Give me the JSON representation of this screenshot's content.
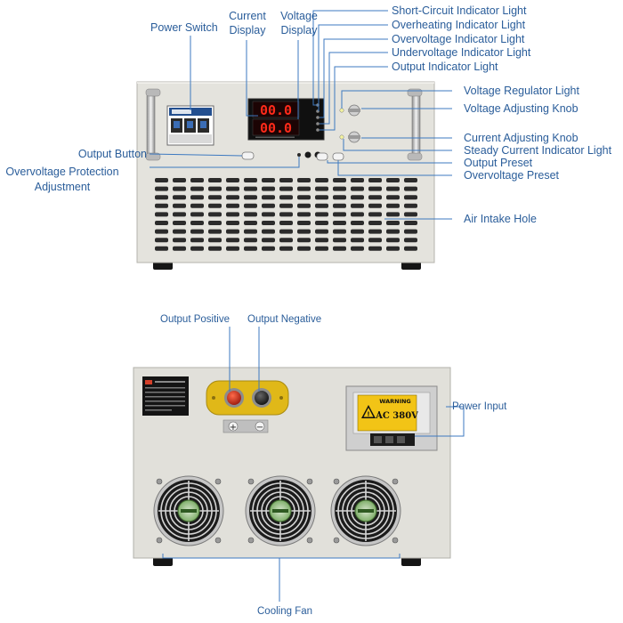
{
  "colors": {
    "label": "#2a5d9a",
    "leader": "#3d79c0",
    "chassis": "#e3e2dc",
    "display_bg": "#101010",
    "display_digits": "#ff2a1a",
    "warning_yellow": "#f2c416",
    "terminal_plate": "#e0b818"
  },
  "front_view": {
    "displays": {
      "current_value": "00.0",
      "voltage_value": "00.0"
    },
    "labels": {
      "power_switch": "Power Switch",
      "current_display": [
        "Current",
        "Display"
      ],
      "voltage_display": [
        "Voltage",
        "Display"
      ],
      "short_circuit_indicator": "Short-Circuit Indicator Light",
      "overheating_indicator": "Overheating Indicator Light",
      "overvoltage_indicator": "Overvoltage Indicator Light",
      "undervoltage_indicator": "Undervoltage Indicator Light",
      "output_indicator": "Output Indicator Light",
      "voltage_regulator_light": "Voltage Regulator Light",
      "voltage_adjusting_knob": "Voltage Adjusting Knob",
      "current_adjusting_knob": "Current Adjusting Knob",
      "steady_current_indicator": "Steady Current Indicator Light",
      "output_preset": "Output Preset",
      "overvoltage_preset": "Overvoltage Preset",
      "air_intake_hole": "Air Intake Hole",
      "output_button": "Output Button",
      "overvoltage_protection_adjustment": [
        "Overvoltage Protection",
        "Adjustment"
      ]
    }
  },
  "back_view": {
    "warning_label": {
      "title": "WARNING",
      "voltage": "AC 380V"
    },
    "polarity": {
      "plus": "+",
      "minus": "−"
    },
    "labels": {
      "output_positive": "Output Positive",
      "output_negative": "Output Negative",
      "power_input": "Power Input",
      "cooling_fan": "Cooling Fan"
    }
  }
}
